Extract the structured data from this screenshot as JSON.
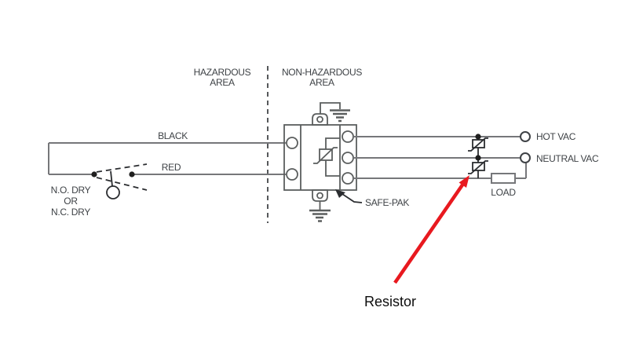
{
  "labels": {
    "hazardous_area": {
      "line1": "HAZARDOUS",
      "line2": "AREA"
    },
    "non_hazardous_area": {
      "line1": "NON-HAZARDOUS",
      "line2": "AREA"
    },
    "black_wire": "BLACK",
    "red_wire": "RED",
    "dry_contact": {
      "line1": "N.O. DRY",
      "line2": "OR",
      "line3": "N.C. DRY"
    },
    "device": "SAFE-PAK",
    "hot_terminal": "HOT VAC",
    "neutral_terminal": "NEUTRAL VAC",
    "load": "LOAD",
    "annotation": "Resistor"
  },
  "colors": {
    "background": "#ffffff",
    "wire_gray": "#76777a",
    "outline_gray": "#5b5e5e",
    "switch_dark": "#2b2d30",
    "label_text": "#3e4246",
    "box_fill": "#e4e8e2",
    "annotation_red": "#e8191f",
    "annotation_text": "#0d0d0d"
  }
}
